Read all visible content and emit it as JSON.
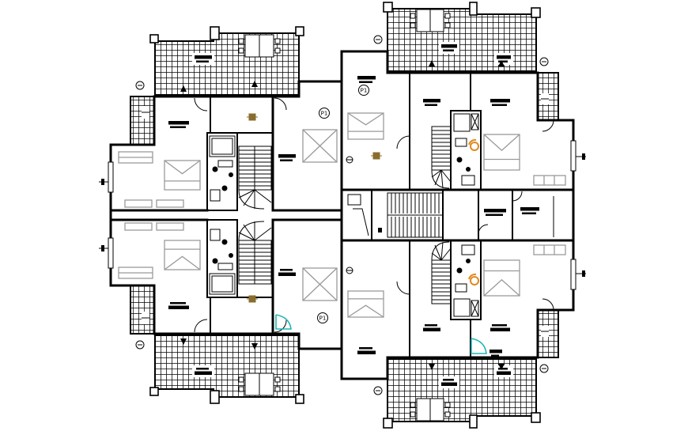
{
  "tags": [
    "P1",
    "P1",
    "P1"
  ],
  "colors": {
    "background": "#ffffff",
    "line": "#000000",
    "furniture": "#9a9a9a",
    "door_accent": "#1fb5b5",
    "fixture": "#e08a1e",
    "marker": "#8a6d2c"
  }
}
